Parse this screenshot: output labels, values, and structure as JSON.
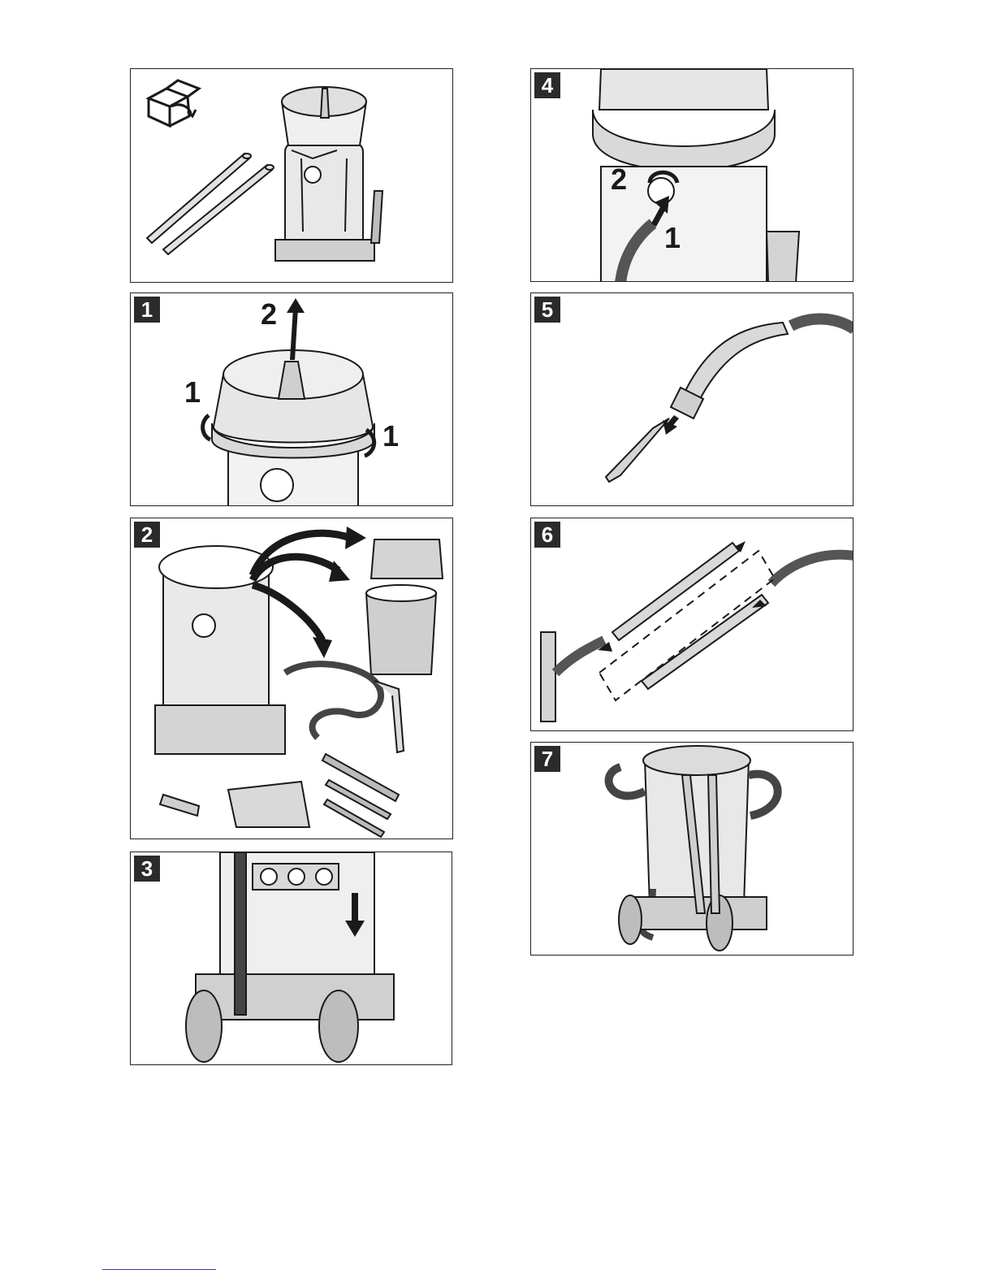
{
  "panels": {
    "p0": {
      "label": ""
    },
    "p1": {
      "label": "1",
      "callouts": [
        "2",
        "1",
        "1"
      ]
    },
    "p2": {
      "label": "2"
    },
    "p3": {
      "label": "3"
    },
    "p4": {
      "label": "4",
      "callouts": [
        "2",
        "1"
      ]
    },
    "p5": {
      "label": "5"
    },
    "p6": {
      "label": "6"
    },
    "p7": {
      "label": "7"
    }
  },
  "icons": {
    "unpack": "open-box-icon",
    "arrow": "arrow-icon"
  },
  "colors": {
    "line": "#1a1a1a",
    "fill": "#d9d9d9",
    "dark": "#2b2b2b",
    "footer_rule": "#2d3ea8"
  }
}
